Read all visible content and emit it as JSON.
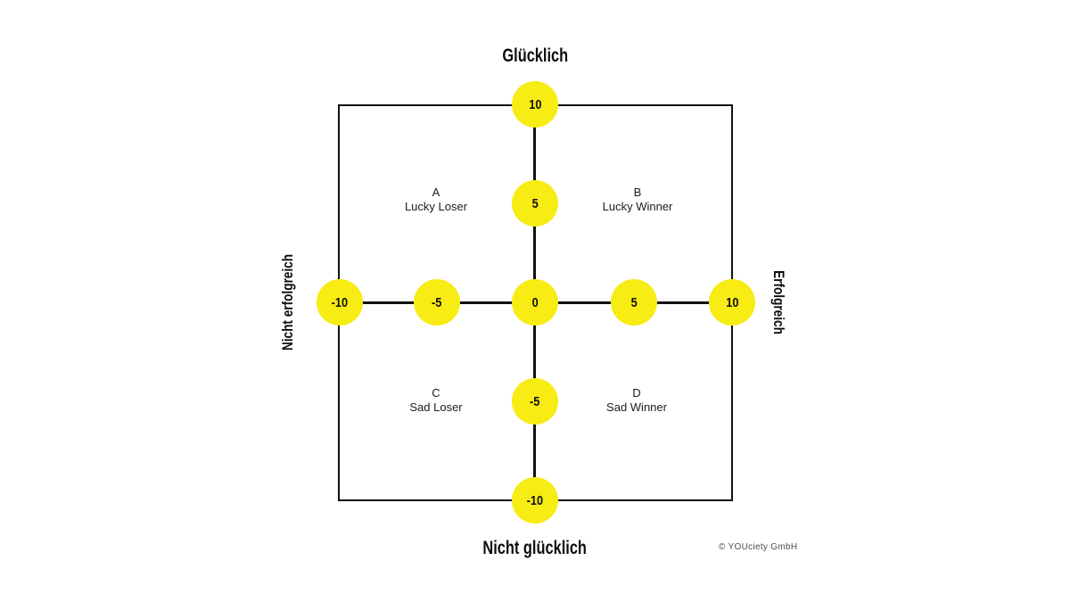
{
  "diagram": {
    "axis_top": "Glücklich",
    "axis_bottom": "Nicht glücklich",
    "axis_left": "Nicht erfolgreich",
    "axis_right": "Erfolgreich",
    "vertical_scale": [
      "10",
      "5",
      "0",
      "-5",
      "-10"
    ],
    "horizontal_scale": [
      "-10",
      "-5",
      "0",
      "5",
      "10"
    ],
    "quadrants": [
      {
        "letter": "A",
        "name": "Lucky Loser"
      },
      {
        "letter": "B",
        "name": "Lucky Winner"
      },
      {
        "letter": "C",
        "name": "Sad Loser"
      },
      {
        "letter": "D",
        "name": "Sad Winner"
      }
    ],
    "copyright": "© YOUciety GmbH",
    "colors": {
      "node_fill": "#F7EC13",
      "line": "#111111",
      "text": "#111111",
      "copyright_text": "#4D4D4D"
    }
  }
}
